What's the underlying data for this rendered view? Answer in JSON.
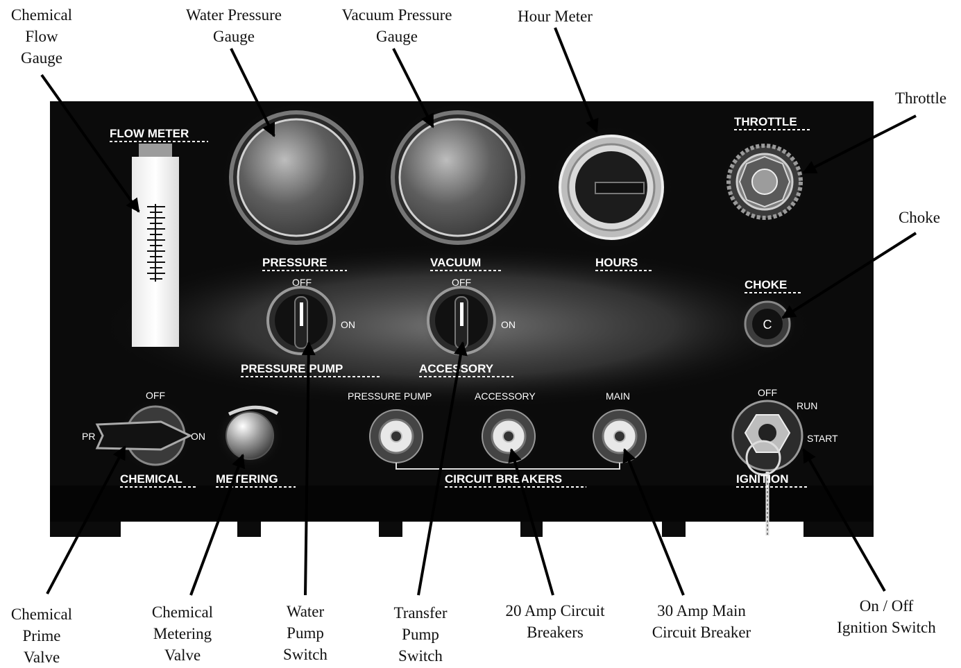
{
  "panel_labels": {
    "flow_meter": "FLOW METER",
    "pressure": "PRESSURE",
    "vacuum": "VACUUM",
    "hours": "HOURS",
    "throttle": "THROTTLE",
    "choke": "CHOKE",
    "choke_knob": "C",
    "pressure_pump_off": "OFF",
    "pressure_pump_on": "ON",
    "pressure_pump": "PRESSURE PUMP",
    "accessory_off": "OFF",
    "accessory_on": "ON",
    "accessory": "ACCESSORY",
    "chemical_off": "OFF",
    "chemical_pr": "PR",
    "chemical_on": "ON",
    "chemical": "CHEMICAL",
    "metering": "METERING",
    "cb_pressure_pump": "PRESSURE PUMP",
    "cb_accessory": "ACCESSORY",
    "cb_main": "MAIN",
    "circuit_breakers": "CIRCUIT BREAKERS",
    "ign_off": "OFF",
    "ign_run": "RUN",
    "ign_start": "START",
    "ignition": "IGNITION"
  },
  "callouts": {
    "chemical_flow_gauge": "Chemical\nFlow\nGauge",
    "water_pressure_gauge": "Water Pressure\nGauge",
    "vacuum_pressure_gauge": "Vacuum Pressure\nGauge",
    "hour_meter": "Hour Meter",
    "throttle": "Throttle",
    "choke": "Choke",
    "chemical_prime_valve": "Chemical\nPrime\nValve",
    "chemical_metering_valve": "Chemical\nMetering\nValve",
    "water_pump_switch": "Water\nPump\nSwitch",
    "transfer_pump_switch": "Transfer\nPump\nSwitch",
    "amp20_circuit_breakers": "20 Amp Circuit\nBreakers",
    "amp30_main_breaker": "30 Amp Main\nCircuit Breaker",
    "ignition_switch": "On / Off\nIgnition Switch"
  },
  "colors": {
    "panel": "#0b0b0b",
    "highlight": "#cfcfcf",
    "label": "#ffffff",
    "callout_text": "#111111"
  }
}
